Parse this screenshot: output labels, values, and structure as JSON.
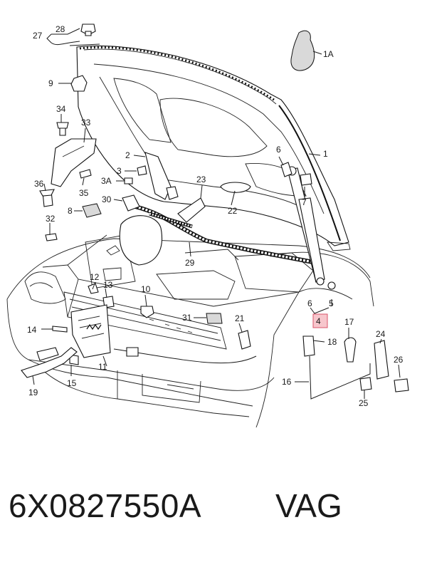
{
  "callouts": {
    "c1": "1",
    "c1a": "1A",
    "c2": "2",
    "c3": "3",
    "c3a": "3A",
    "c4": "4",
    "c5": "5",
    "c6a": "6",
    "c6b": "6",
    "c7": "7",
    "c8": "8",
    "c9": "9",
    "c10": "10",
    "c11": "11",
    "c12": "12",
    "c13": "13",
    "c14": "14",
    "c15": "15",
    "c16": "16",
    "c17": "17",
    "c18": "18",
    "c19": "19",
    "c21": "21",
    "c22": "22",
    "c23": "23",
    "c24": "24",
    "c25": "25",
    "c26": "26",
    "c27": "27",
    "c28": "28",
    "c29": "29",
    "c30": "30",
    "c31": "31",
    "c32": "32",
    "c33": "33",
    "c34": "34",
    "c35": "35",
    "c36": "36"
  },
  "caption": {
    "part_number": "6X0827550A",
    "brand": "VAG"
  },
  "colors": {
    "highlight_fill": "#f7c6cc",
    "highlight_stroke": "#d9546a",
    "line": "#1a1a1a"
  }
}
